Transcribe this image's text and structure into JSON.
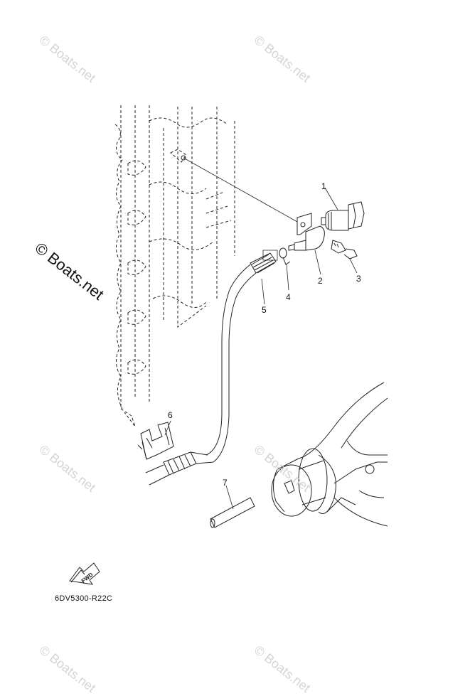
{
  "watermark": "© Boats.net",
  "watermark_bold": "© Boats.net",
  "callouts": [
    "1",
    "2",
    "3",
    "4",
    "5",
    "6",
    "7"
  ],
  "fwd_label": "FWD",
  "diagram_code": "6DV5300-R22C"
}
